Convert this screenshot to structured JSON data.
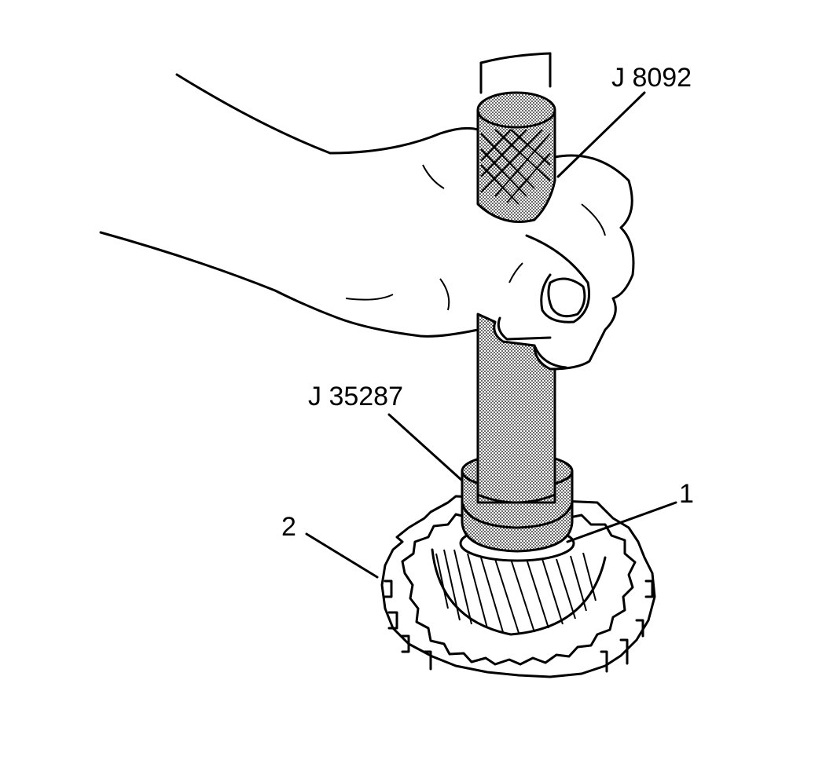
{
  "callouts": {
    "tool_handle": "J 8092",
    "tool_installer": "J 35287",
    "item_1": "1",
    "item_2": "2"
  }
}
